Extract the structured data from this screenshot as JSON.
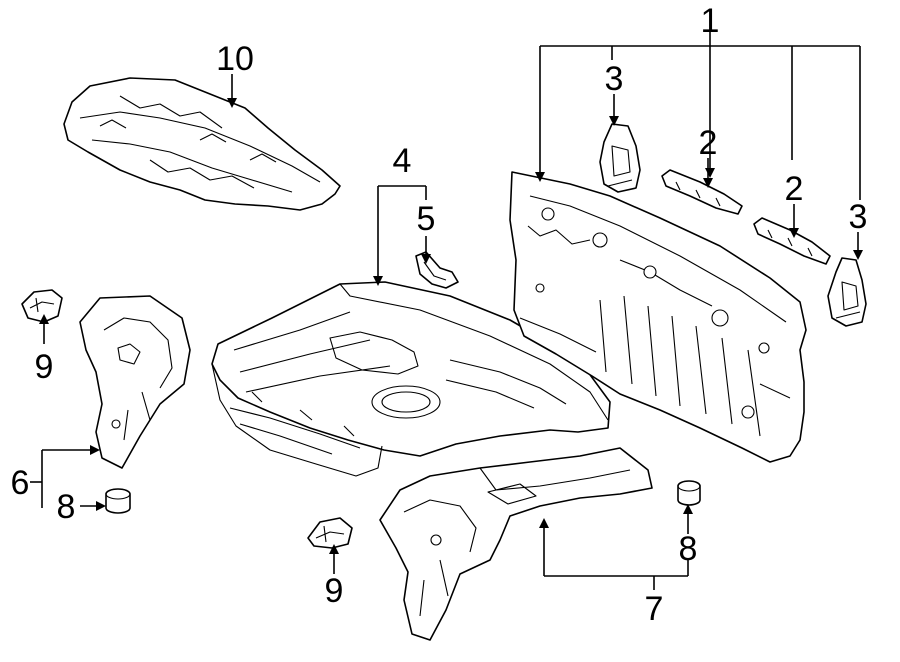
{
  "callouts": {
    "c1": "1",
    "c2a": "2",
    "c2b": "2",
    "c3a": "3",
    "c3b": "3",
    "c4": "4",
    "c5": "5",
    "c6": "6",
    "c7": "7",
    "c8a": "8",
    "c8b": "8",
    "c9a": "9",
    "c9b": "9",
    "c10": "10"
  },
  "colors": {
    "line": "#000000",
    "background": "#ffffff"
  }
}
